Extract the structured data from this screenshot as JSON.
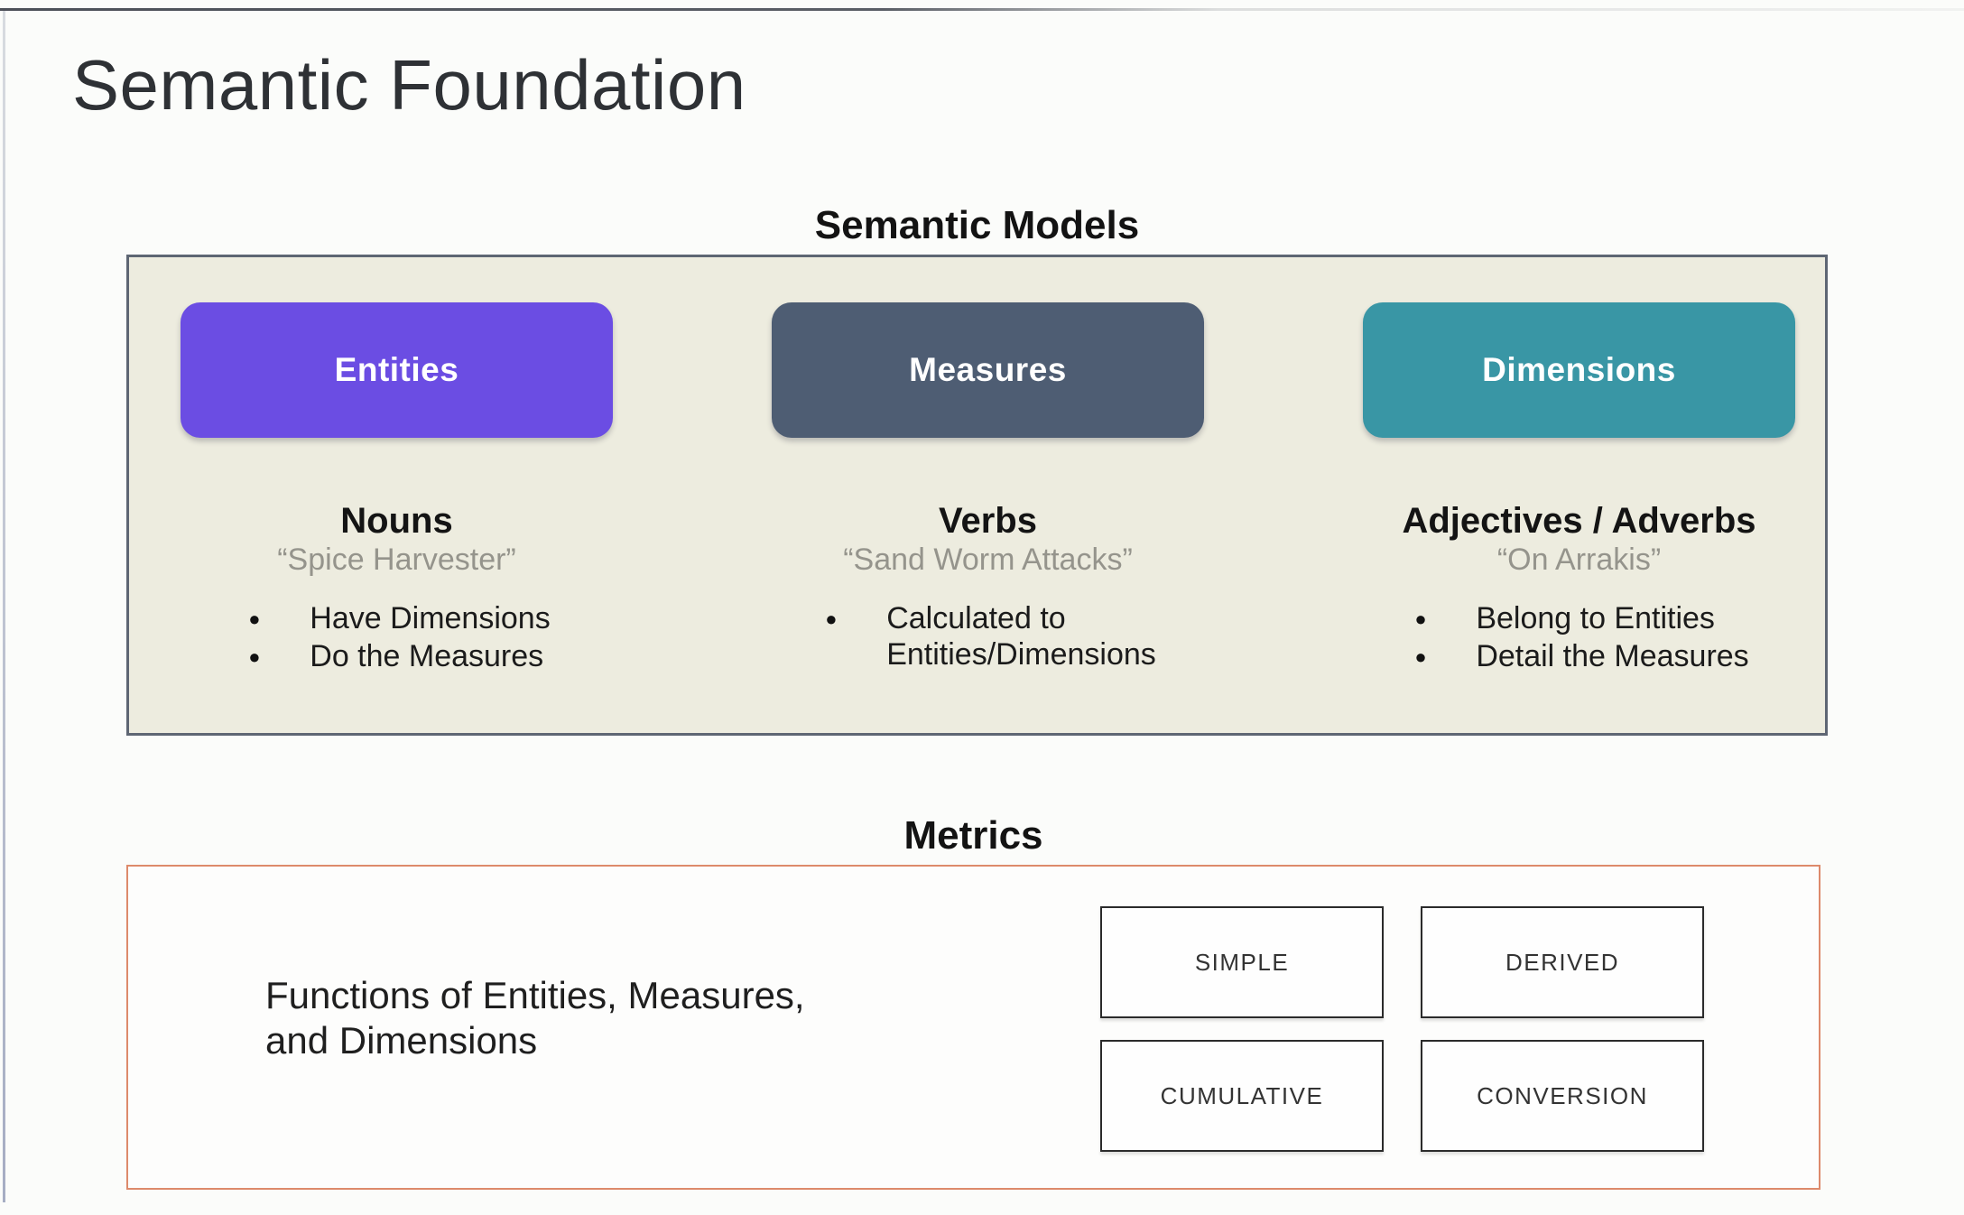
{
  "page": {
    "title": "Semantic Foundation"
  },
  "models_section": {
    "heading": "Semantic Models",
    "panel_bg": "#edecdf",
    "panel_border": "#5e6673",
    "cards": [
      {
        "label": "Entities",
        "color": "#6b4de3",
        "part_of_speech": "Nouns",
        "example": "“Spice Harvester”",
        "bullets": [
          "Have Dimensions",
          "Do the Measures"
        ]
      },
      {
        "label": "Measures",
        "color": "#4e5d73",
        "part_of_speech": "Verbs",
        "example": "“Sand Worm Attacks”",
        "bullets": [
          "Calculated to\nEntities/Dimensions"
        ]
      },
      {
        "label": "Dimensions",
        "color": "#3996a5",
        "part_of_speech": "Adjectives / Adverbs",
        "example": "“On Arrakis”",
        "bullets": [
          "Belong to Entities",
          "Detail the Measures"
        ]
      }
    ]
  },
  "metrics_section": {
    "heading": "Metrics",
    "panel_border": "#dd8a6b",
    "caption": "Functions of Entities, Measures,\nand Dimensions",
    "types": [
      "SIMPLE",
      "DERIVED",
      "CUMULATIVE",
      "CONVERSION"
    ]
  }
}
